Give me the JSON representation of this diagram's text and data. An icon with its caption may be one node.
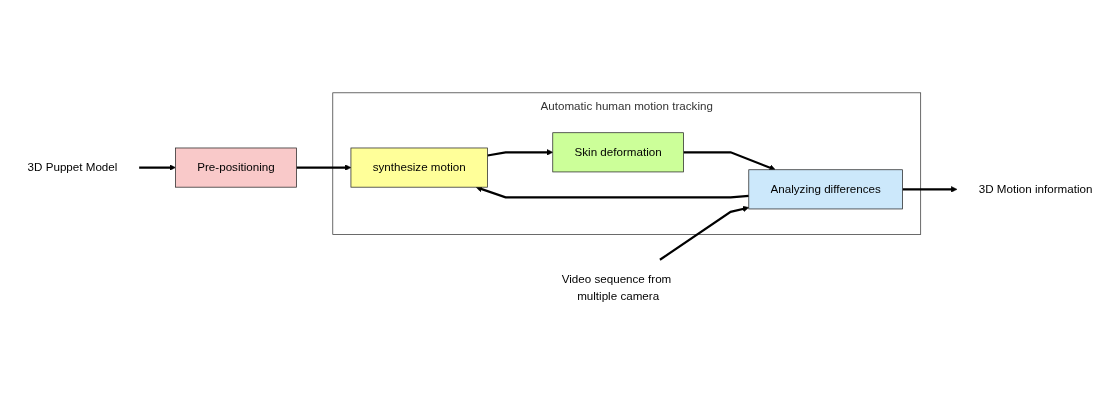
{
  "diagram": {
    "nodes": [
      {
        "text": [
          "3D Puppet Model"
        ]
      },
      {
        "text": [
          "Pre-positioning"
        ]
      },
      {
        "text": [
          "Automatic human motion tracking"
        ]
      },
      {
        "text": [
          "synthesize motion"
        ],
        "in": 2
      },
      {
        "text": [
          "Skin deformation"
        ],
        "in": 2
      },
      {
        "text": [
          "Analyzing differences"
        ],
        "in": 2
      },
      {
        "text": [
          "Video sequence from multiple camera"
        ]
      },
      {
        "text": [
          "3D Motion information"
        ]
      }
    ],
    "edges": [
      {
        "from": 0,
        "to": 1,
        "arrow": "to"
      },
      {
        "from": 1,
        "to": 3,
        "arrow": "to"
      },
      {
        "from": 3,
        "to": 4,
        "arrow": "to"
      },
      {
        "from": 4,
        "to": 5,
        "arrow": "to"
      },
      {
        "from": 6,
        "to": 5,
        "arrow": "to"
      },
      {
        "from": 5,
        "to": 7,
        "arrow": "to"
      },
      {
        "from": 5,
        "to": 3,
        "arrow": "to"
      }
    ]
  }
}
